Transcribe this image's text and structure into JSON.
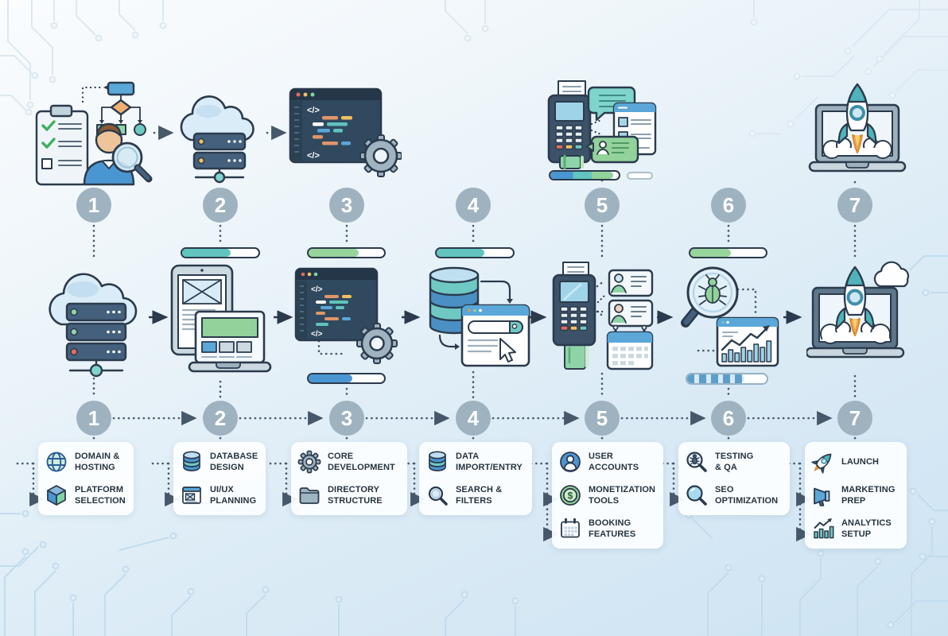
{
  "steps": [
    {
      "number": "1"
    },
    {
      "number": "2"
    },
    {
      "number": "3"
    },
    {
      "number": "4"
    },
    {
      "number": "5"
    },
    {
      "number": "6"
    },
    {
      "number": "7"
    }
  ],
  "glyphs": {
    "code": "</>",
    "dollar": "$"
  },
  "progress": {
    "step2_top": "width:64%",
    "step3_top": "width:66%",
    "step3_bottom": "width:58%",
    "step4_top": "width:62%",
    "step5_main": "width:92%",
    "step6_top": "width:54%",
    "step6_bottom": "width:72%"
  },
  "cards": [
    {
      "step": "1",
      "items": [
        {
          "icon": "globe-icon",
          "label": "DOMAIN &\nHOSTING"
        },
        {
          "icon": "cube-icon",
          "label": "PLATFORM\nSELECTION"
        }
      ]
    },
    {
      "step": "2",
      "items": [
        {
          "icon": "database-icon",
          "label": "DATABASE\nDESIGN"
        },
        {
          "icon": "wireframe-icon",
          "label": "UI/UX\nPLANNING"
        }
      ]
    },
    {
      "step": "3",
      "items": [
        {
          "icon": "gear-icon",
          "label": "CORE\nDEVELOPMENT"
        },
        {
          "icon": "folder-icon",
          "label": "DIRECTORY\nSTRUCTURE"
        }
      ]
    },
    {
      "step": "4",
      "items": [
        {
          "icon": "database-icon",
          "label": "DATA\nIMPORT/ENTRY"
        },
        {
          "icon": "search-icon",
          "label": "SEARCH &\nFILTERS"
        }
      ]
    },
    {
      "step": "5",
      "items": [
        {
          "icon": "user-icon",
          "label": "USER\nACCOUNTS"
        },
        {
          "icon": "dollar-icon",
          "label": "MONETIZATION\nTOOLS"
        },
        {
          "icon": "calendar-icon",
          "label": "BOOKING\nFEATURES"
        }
      ]
    },
    {
      "step": "6",
      "items": [
        {
          "icon": "bug-search-icon",
          "label": "TESTING\n& QA"
        },
        {
          "icon": "seo-search-icon",
          "label": "SEO\nOPTIMIZATION"
        }
      ]
    },
    {
      "step": "7",
      "items": [
        {
          "icon": "rocket-icon",
          "label": "LAUNCH"
        },
        {
          "icon": "megaphone-icon",
          "label": "MARKETING\nPREP"
        },
        {
          "icon": "analytics-icon",
          "label": "ANALYTICS\nSETUP"
        }
      ]
    }
  ],
  "colors": {
    "background_top": "#fafcfe",
    "background_bottom": "#cde3f2",
    "outline": "#2b3b4d",
    "accent_blue": "#4a96d2",
    "accent_teal": "#62c4bf",
    "accent_green": "#93d29a",
    "accent_orange": "#f2a64e",
    "step_circle": "#9fb2c0",
    "card_background": "#ffffff",
    "circuit_line": "#d3e2ee"
  },
  "illustrations": {
    "top_row": [
      "planning-research",
      "cloud-server",
      "code-editor",
      "payment-messaging",
      "rocket-launch"
    ],
    "middle_row": [
      "cloud-hosting",
      "responsive-layout",
      "code-editor-gear",
      "database-browser",
      "payment-terminal-booking",
      "bug-testing-analytics",
      "rocket-launch"
    ]
  }
}
